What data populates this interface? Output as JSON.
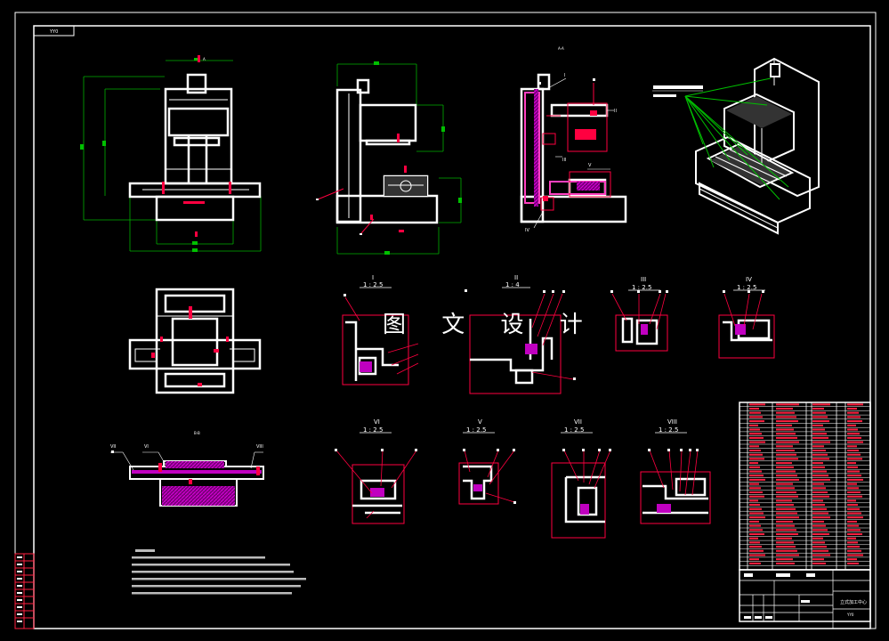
{
  "drawing": {
    "watermark": "图 文 设 计",
    "corner_code": "YY0",
    "section_labels": {
      "s1": "I",
      "s2": "II",
      "s3": "III",
      "s4": "IV",
      "s6": "VI",
      "s5": "V",
      "s7": "VII",
      "s8": "VIII"
    },
    "scales": {
      "s1": "1 : 2.5",
      "s2": "1 : 4",
      "s3": "1 : 2.5",
      "s4": "1 : 2.5",
      "s6": "1 : 2.5",
      "s5": "1 : 2.5",
      "s7": "1 : 2.5",
      "s8": "1 : 2.5"
    },
    "view_markers": {
      "a": "A",
      "b": "A",
      "c": "A-A",
      "d": "B-B"
    },
    "callouts": {
      "c1": "I",
      "c2": "II",
      "c3": "III",
      "c4": "IV",
      "c5": "V",
      "c6": "VI",
      "c7": "VII",
      "c8": "VIII"
    },
    "title_block": {
      "name": "立式加工中心",
      "code": "YY0"
    },
    "colors": {
      "frame": "#ffffff",
      "dimension": "#00a000",
      "section": "#ff0040",
      "hatch": "#c000c0",
      "leader": "#ffffff"
    }
  }
}
